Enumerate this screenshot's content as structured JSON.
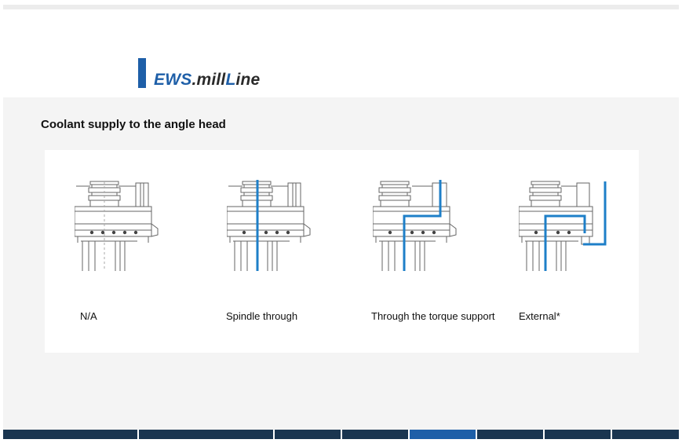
{
  "brand": {
    "logo_ews": "EWS",
    "logo_dot": ".",
    "logo_mill": "mill",
    "logo_L": "L",
    "logo_ine": "ine",
    "accent_color": "#1e5fa8"
  },
  "page": {
    "title": "Coolant supply to the angle head"
  },
  "options": [
    {
      "label": "N/A",
      "icon": "angle-head-no-coolant"
    },
    {
      "label": "Spindle through",
      "icon": "angle-head-spindle-through"
    },
    {
      "label": "Through the torque support",
      "icon": "angle-head-torque-support"
    },
    {
      "label": "External*",
      "icon": "angle-head-external"
    }
  ],
  "nav": {
    "active_index": 4,
    "colors": {
      "bar": "#1a3550",
      "active": "#1e5fa8"
    }
  }
}
